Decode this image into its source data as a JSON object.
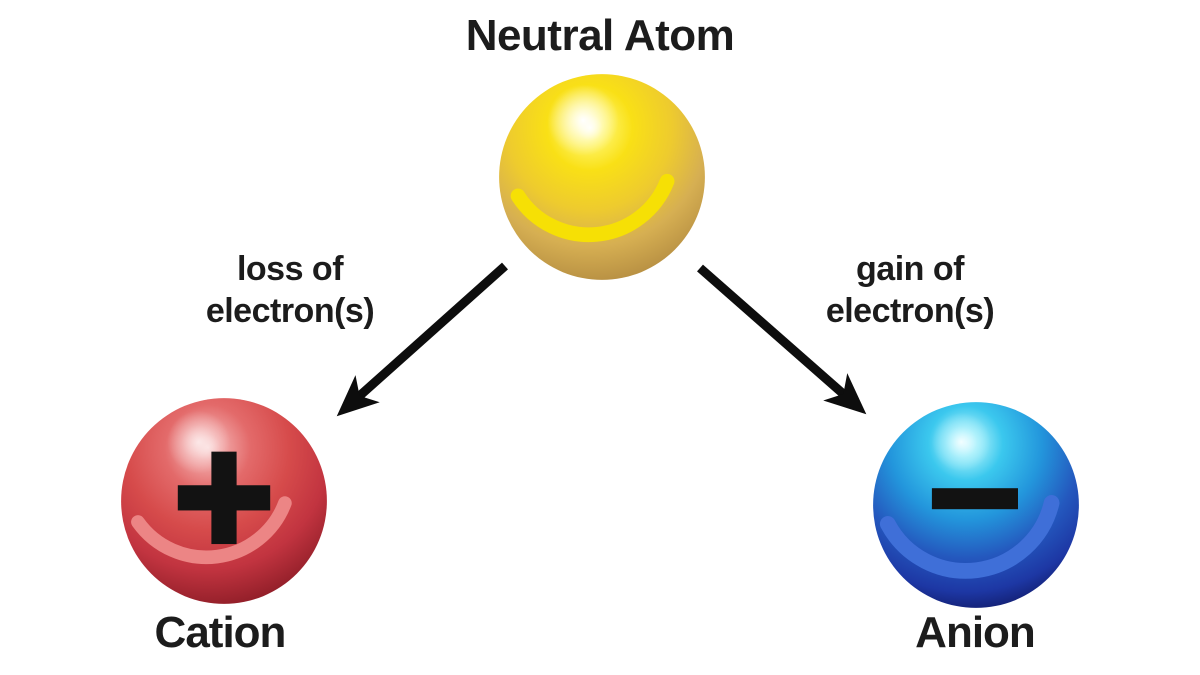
{
  "title": "Neutral Atom",
  "neutral_atom": {
    "sphere_color": "#F9E016",
    "sphere_shade_color": "#C49A55"
  },
  "left_process": {
    "line1": "loss of",
    "line2": "electron(s)"
  },
  "right_process": {
    "line1": "gain of",
    "line2": "electron(s)"
  },
  "cation": {
    "label": "Cation",
    "symbol": "+",
    "sphere_color": "#D64B4B"
  },
  "anion": {
    "label": "Anion",
    "symbol": "−",
    "sphere_color": "#2396DC"
  },
  "colors": {
    "background": "#FFFFFF",
    "text": "#1C1C1C",
    "arrow": "#0D0D0D",
    "symbol": "#121212"
  }
}
